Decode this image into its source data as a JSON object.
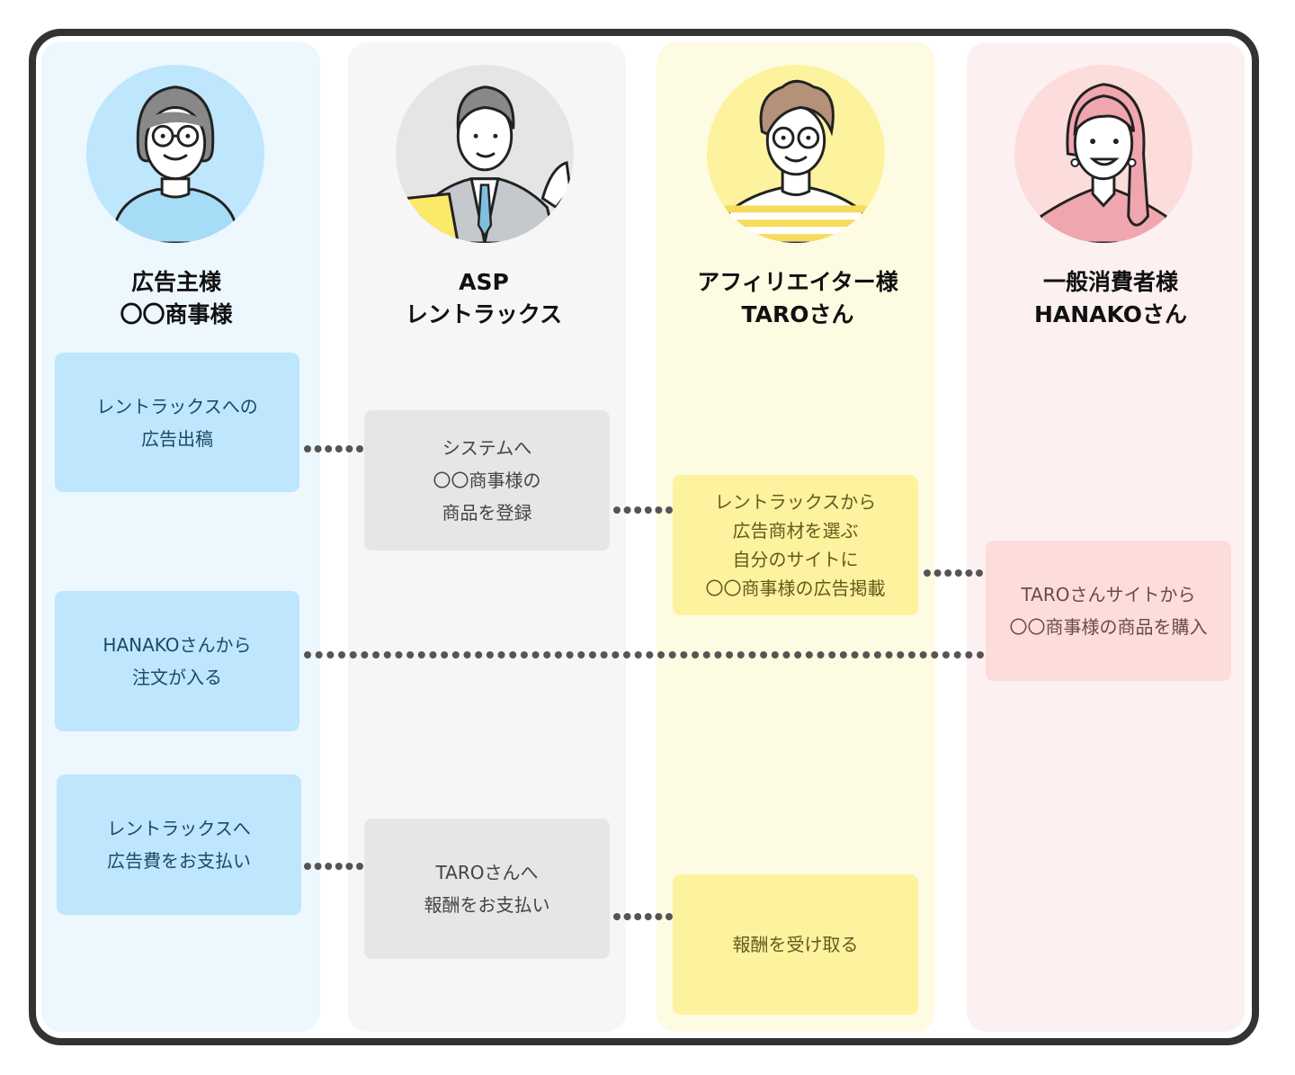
{
  "diagram": {
    "lanes": [
      {
        "id": "advertiser",
        "title_lines": [
          "広告主様",
          "〇〇商事様"
        ],
        "avatar": "woman-with-glasses-avatar",
        "color": "#bee6fd",
        "steps": [
          {
            "lines": [
              "レントラックスへの",
              "広告出稿"
            ]
          },
          {
            "lines": [
              "HANAKOさんから",
              "注文が入る"
            ]
          },
          {
            "lines": [
              "レントラックスへ",
              "広告費をお支払い"
            ]
          }
        ]
      },
      {
        "id": "asp",
        "title_lines": [
          "ASP",
          "レントラックス"
        ],
        "avatar": "businessman-avatar",
        "color": "#e6e6e6",
        "steps": [
          {
            "lines": [
              "システムへ",
              "〇〇商事様の",
              "商品を登録"
            ]
          },
          {
            "lines": [
              "TAROさんへ",
              "報酬をお支払い"
            ]
          }
        ]
      },
      {
        "id": "affiliate",
        "title_lines": [
          "アフィリエイター様",
          "TAROさん"
        ],
        "avatar": "curly-hair-man-avatar",
        "color": "#fdf29d",
        "steps": [
          {
            "lines": [
              "レントラックスから",
              "広告商材を選ぶ",
              "自分のサイトに",
              "〇〇商事様の広告掲載"
            ]
          },
          {
            "lines": [
              "報酬を受け取る"
            ]
          }
        ]
      },
      {
        "id": "consumer",
        "title_lines": [
          "一般消費者様",
          "HANAKOさん"
        ],
        "avatar": "long-hair-woman-avatar",
        "color": "#fddcdc",
        "steps": [
          {
            "lines": [
              "TAROさんサイトから",
              "〇〇商事様の商品を購入"
            ]
          }
        ]
      }
    ],
    "connectors": [
      {
        "from": "advertiser.0",
        "to": "asp.0"
      },
      {
        "from": "asp.0",
        "to": "affiliate.0"
      },
      {
        "from": "affiliate.0",
        "to": "consumer.0"
      },
      {
        "from": "consumer.0",
        "to": "advertiser.1"
      },
      {
        "from": "advertiser.2",
        "to": "asp.1"
      },
      {
        "from": "asp.1",
        "to": "affiliate.1"
      }
    ]
  }
}
